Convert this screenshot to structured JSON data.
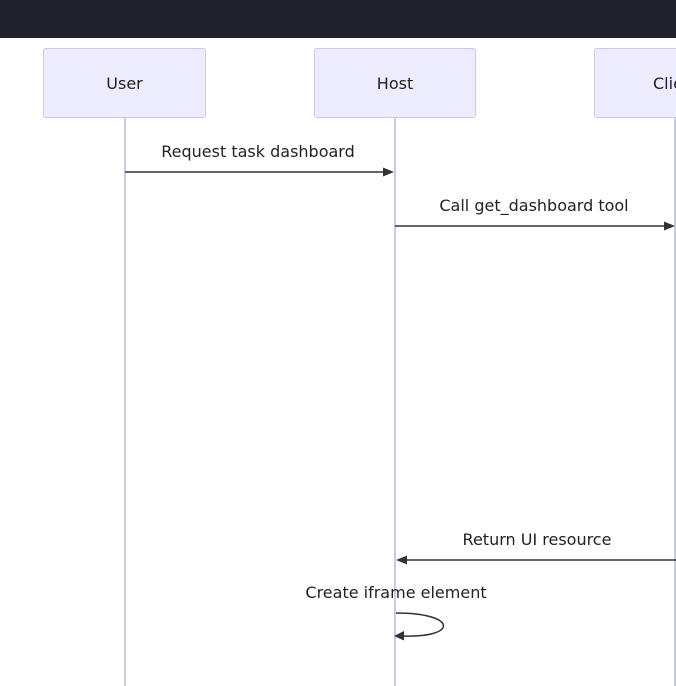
{
  "actors": [
    {
      "id": "user",
      "label": "User"
    },
    {
      "id": "host",
      "label": "Host"
    },
    {
      "id": "client",
      "label": "Client"
    }
  ],
  "messages": [
    {
      "from": "user",
      "to": "host",
      "label": "Request task dashboard"
    },
    {
      "from": "host",
      "to": "client",
      "label": "Call get_dashboard tool"
    },
    {
      "from": "client",
      "to": "host",
      "label": "Return UI resource"
    },
    {
      "from": "host",
      "to": "host",
      "label": "Create iframe element"
    }
  ],
  "colors": {
    "top_bar": "#1f222c",
    "actor_fill": "#ececfe",
    "actor_border": "#c8c8ec",
    "lifeline": "#c9c9ec",
    "arrow": "#333333"
  }
}
